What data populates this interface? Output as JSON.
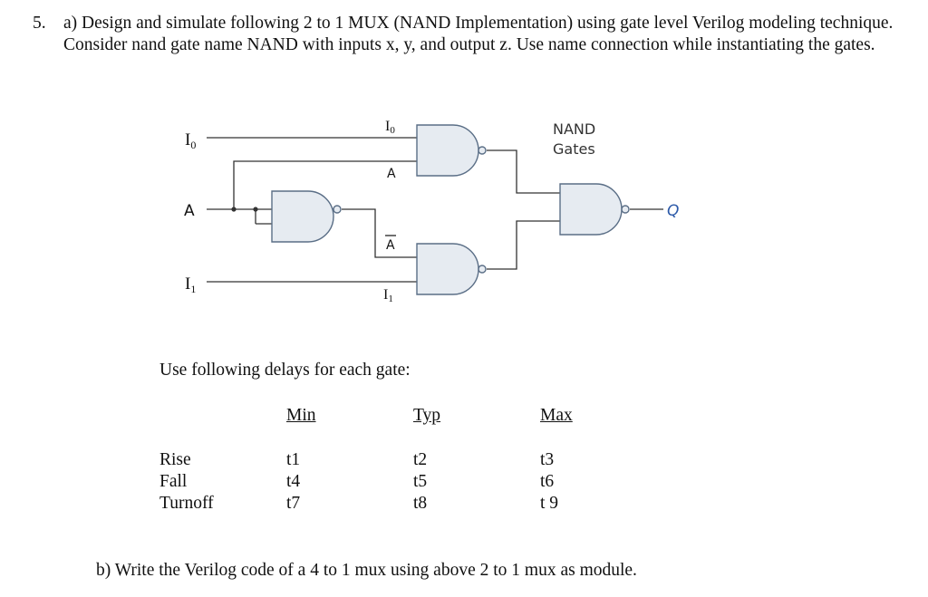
{
  "question": {
    "number": "5.",
    "part_a": "a) Design and simulate following 2 to 1 MUX (NAND Implementation) using gate level Verilog modeling technique. Consider nand gate name NAND with inputs x, y, and output z. Use name connection while instantiating the gates.",
    "part_b": "b) Write the Verilog code of a 4 to 1 mux using above 2 to 1 mux as module."
  },
  "diagram": {
    "labels": {
      "i0_left": "I",
      "i0_left_sub": "0",
      "i0_top": "I",
      "i0_top_sub": "0",
      "a_left": "A",
      "a_gate": "A",
      "a_bar": "A",
      "i1_left": "I",
      "i1_left_sub": "1",
      "i1_bottom": "I",
      "i1_bottom_sub": "1",
      "q": "Q",
      "nand_line1": "NAND",
      "nand_line2": "Gates"
    },
    "colors": {
      "gate_fill": "#e6ebf1",
      "gate_stroke": "#5a6e86",
      "wire": "#333333",
      "q_label": "#2a58a8"
    }
  },
  "delays": {
    "intro": "Use following delays for each gate:",
    "headers": [
      "Min",
      "Typ",
      "Max"
    ],
    "rows": [
      {
        "label": "Rise",
        "values": [
          "t1",
          "t2",
          "t3"
        ]
      },
      {
        "label": "Fall",
        "values": [
          "t4",
          "t5",
          "t6"
        ]
      },
      {
        "label": "Turnoff",
        "values": [
          "t7",
          "t8",
          "t 9"
        ]
      }
    ]
  }
}
